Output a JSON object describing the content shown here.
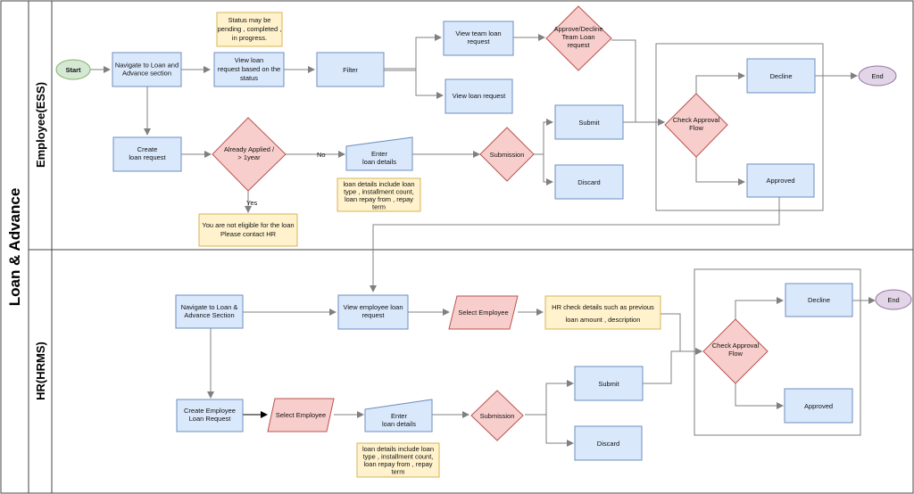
{
  "diagram": {
    "pool_title": "Loan & Advance",
    "lanes": {
      "ess": "Employee(ESS)",
      "hrms": "HR(HRMS)"
    },
    "ess": {
      "start": "Start",
      "nav": [
        "Navigate to Loan and",
        "Advance section"
      ],
      "note_status": [
        "Status may be",
        "pending , completed ,",
        "in progress."
      ],
      "view_status": [
        "View loan",
        "request based on the",
        "status"
      ],
      "filter": "Filter",
      "view_team": [
        "View team loan",
        "request"
      ],
      "approve_decline": [
        "Approve/Decline",
        "Team Loan",
        "request"
      ],
      "view_loan": "View loan request",
      "create": [
        "Create",
        "loan request"
      ],
      "already": [
        "Already Applied /",
        "> 1year"
      ],
      "no": "No",
      "yes": "Yes",
      "enter": [
        "Enter",
        "loan details"
      ],
      "note_details": [
        "loan details include loan",
        "type , installment count,",
        "loan repay from , repay",
        "term"
      ],
      "submission": "Submission",
      "submit": "Submit",
      "discard": "Discard",
      "check": [
        "Check Approval",
        "Flow"
      ],
      "decline": "Decline",
      "approved": "Approved",
      "end": "End",
      "not_eligible": [
        "You are not eligible for the loan",
        "Please contact HR"
      ]
    },
    "hrms": {
      "nav": [
        "Navigate to Loan &",
        "Advance Section"
      ],
      "view_emp": [
        "View employee loan",
        "request"
      ],
      "select_emp": "Select Employee",
      "hr_check": [
        "HR check details such as previous",
        "loan amount , description"
      ],
      "create": [
        "Create Employee",
        "Loan Request"
      ],
      "select_emp2": "Select Employee",
      "enter": [
        "Enter",
        "loan details"
      ],
      "note_details": [
        "loan details include loan",
        "type , installment count,",
        "loan repay from , repay",
        "term"
      ],
      "submission": "Submission",
      "submit": "Submit",
      "discard": "Discard",
      "check": [
        "Check Approval",
        "Flow"
      ],
      "decline": "Decline",
      "approved": "Approved",
      "end": "End"
    },
    "colors": {
      "process_fill": "#dae8fc",
      "process_stroke": "#6c8ebf",
      "decision_fill": "#f8cecc",
      "decision_stroke": "#b85450",
      "note_fill": "#fff2cc",
      "note_stroke": "#d6b656",
      "start_fill": "#d5e8d4",
      "start_stroke": "#82b366",
      "end_fill": "#e1d5e7",
      "end_stroke": "#9673a6",
      "connector": "#808080"
    }
  }
}
